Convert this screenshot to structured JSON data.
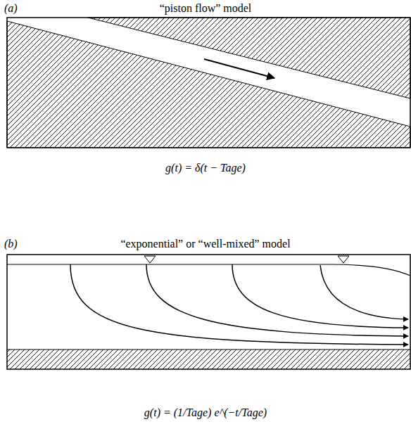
{
  "diagram": {
    "labels": [
      "(a)",
      "“piston flow” model",
      "g(t) = δ(t − Tage)",
      "(b)",
      "“exponential” or “well-mixed” model",
      "g(t) = (1/Tage) e^(−t/Tage)"
    ]
  }
}
